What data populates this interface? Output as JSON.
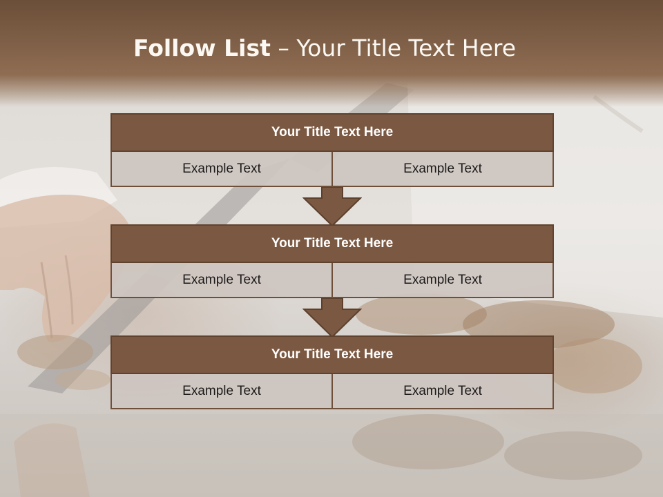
{
  "slide": {
    "title_bold": "Follow List",
    "title_rest": " – Your Title Text Here"
  },
  "blocks": [
    {
      "title": "Your Title Text Here",
      "left_text": "Example Text",
      "right_text": "Example Text"
    },
    {
      "title": "Your Title Text Here",
      "left_text": "Example Text",
      "right_text": "Example Text"
    },
    {
      "title": "Your Title Text Here",
      "left_text": "Example Text",
      "right_text": "Example Text"
    }
  ],
  "colors": {
    "header_brown": "#7b5841",
    "border_brown": "#60432f",
    "cell_gray": "#cec5c0",
    "title_band": "#7c5d45"
  },
  "icons": {
    "connector": "down-arrow-icon"
  }
}
